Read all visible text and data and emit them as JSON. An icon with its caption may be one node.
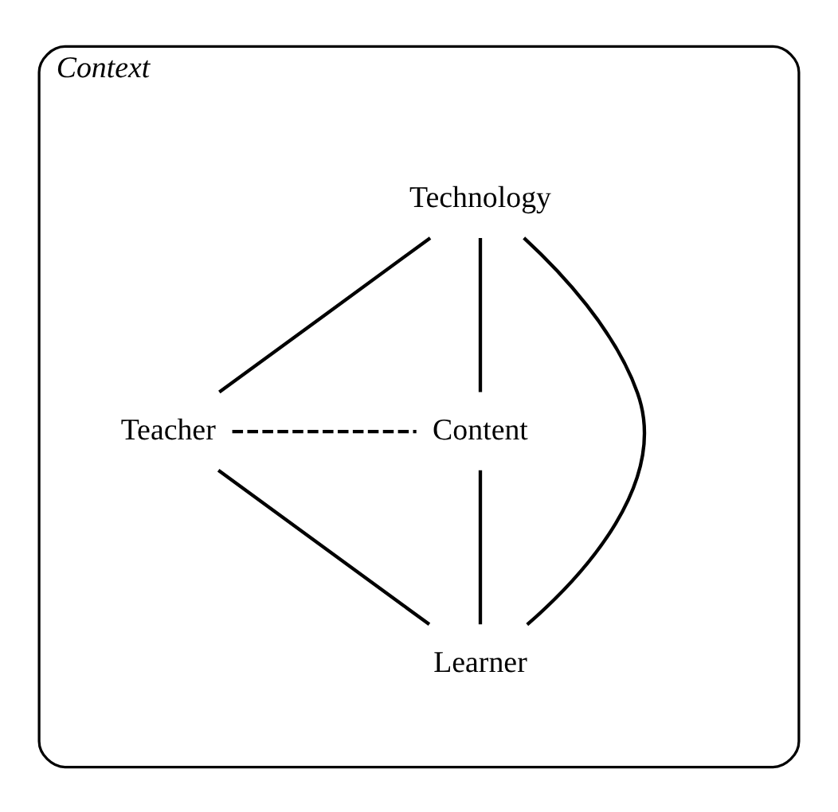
{
  "diagram": {
    "nodes": [
      {
        "text": [
          "Context"
        ]
      },
      {
        "text": [
          "Technology"
        ],
        "in": 0
      },
      {
        "text": [
          "Teacher"
        ],
        "in": 0
      },
      {
        "text": [
          "Content"
        ],
        "in": 0
      },
      {
        "text": [
          "Learner"
        ],
        "in": 0
      }
    ],
    "edges": [
      {
        "from": 1,
        "to": 2,
        "arrow": "none"
      },
      {
        "from": 1,
        "to": 4,
        "arrow": "none"
      },
      {
        "from": 1,
        "to": 3,
        "arrow": "none"
      },
      {
        "from": 2,
        "to": 3,
        "arrow": "none",
        "style": "dashed"
      },
      {
        "from": 2,
        "to": 4,
        "arrow": "none"
      },
      {
        "from": 4,
        "to": 3,
        "arrow": "none"
      }
    ]
  }
}
